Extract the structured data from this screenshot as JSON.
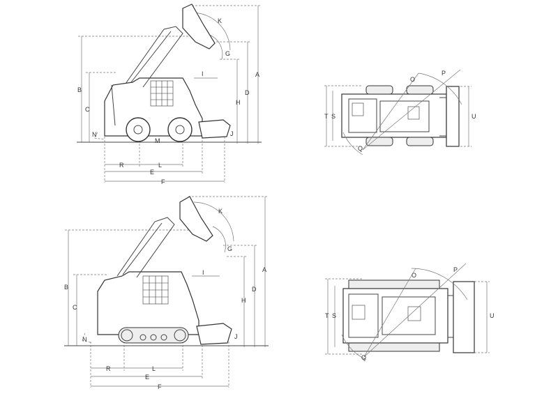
{
  "dim_labels": {
    "A": "A",
    "B": "B",
    "C": "C",
    "D": "D",
    "E": "E",
    "F": "F",
    "G": "G",
    "H": "H",
    "I": "I",
    "J": "J",
    "K": "K",
    "L": "L",
    "M": "M",
    "N": "N",
    "O": "O",
    "P": "P",
    "Q": "Q",
    "R": "R",
    "S": "S",
    "T": "T",
    "U": "U"
  },
  "colors": {
    "line": "#444444",
    "background": "#ffffff"
  }
}
